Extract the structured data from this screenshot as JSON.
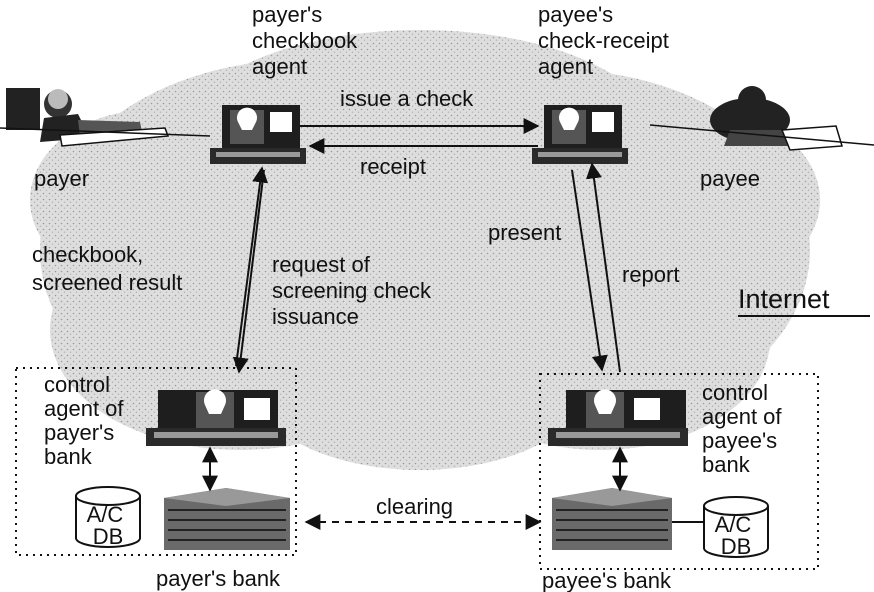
{
  "labels": {
    "payer_agent": [
      "payer's",
      "checkbook",
      "agent"
    ],
    "payee_agent": [
      "payee's",
      "check-receipt",
      "agent"
    ],
    "issue": "issue a check",
    "receipt": "receipt",
    "payer": "payer",
    "payee": "payee",
    "checkbook_result": [
      "checkbook,",
      "screened result"
    ],
    "request": [
      "request of",
      "screening check",
      "issuance"
    ],
    "present": "present",
    "report": "report",
    "internet": "Internet",
    "payer_control": [
      "control",
      "agent of",
      "payer's",
      "bank"
    ],
    "payee_control": [
      "control",
      "agent of",
      "payee's",
      "bank"
    ],
    "clearing": "clearing",
    "db_left": [
      "A/C",
      "DB"
    ],
    "db_right": [
      "A/C",
      "DB"
    ],
    "payer_bank": "payer's bank",
    "payee_bank": "payee's bank"
  },
  "icons": {
    "payer_person": "person-writing-icon",
    "payee_person": "person-writing-icon",
    "computer": "computer-terminal-icon",
    "bank_building": "bank-building-icon",
    "database": "database-cylinder-icon"
  },
  "colors": {
    "ink": "#111111",
    "cloud": "#d6d6d6"
  }
}
